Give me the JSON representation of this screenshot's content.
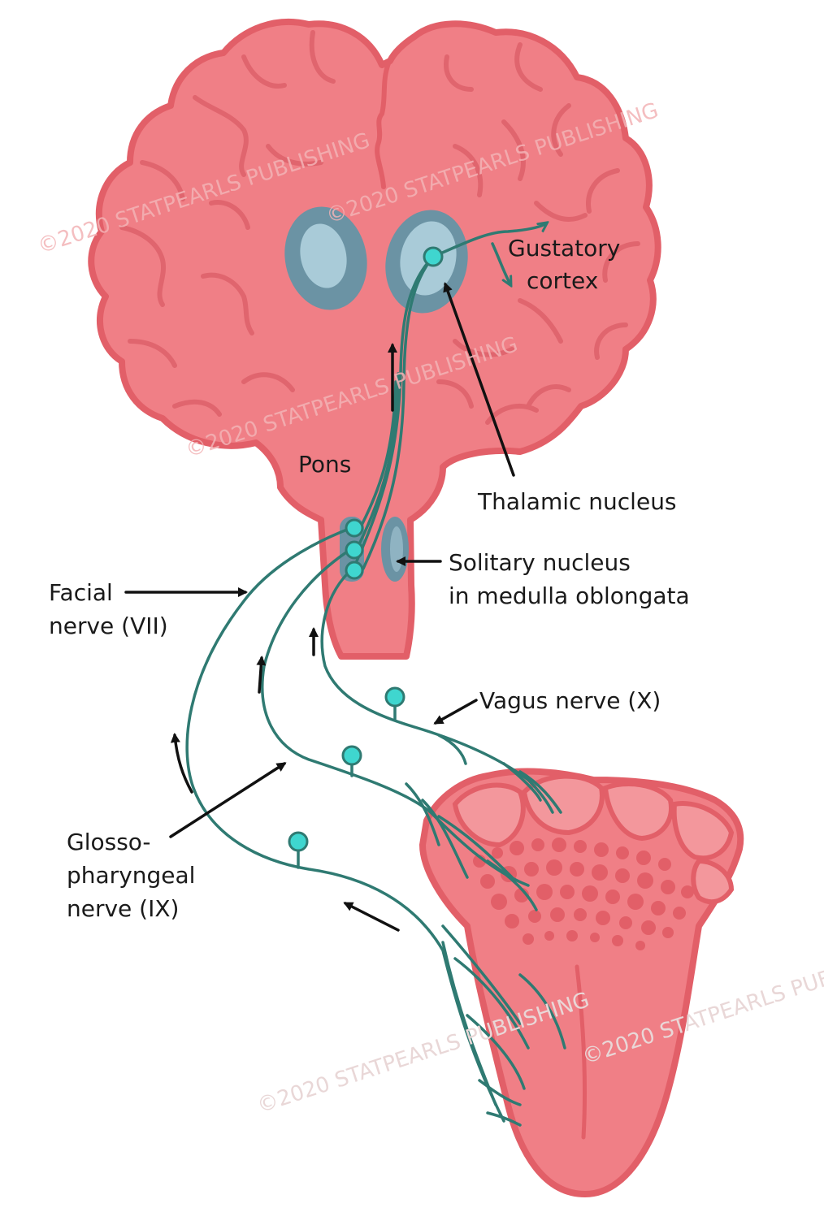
{
  "labels": {
    "gustatory_cortex": [
      "Gustatory",
      "cortex"
    ],
    "pons": "Pons",
    "thalamic_nucleus": "Thalamic nucleus",
    "solitary_nucleus": [
      "Solitary nucleus",
      "in medulla oblongata"
    ],
    "facial_nerve": [
      "Facial",
      "nerve (VII)"
    ],
    "vagus_nerve": "Vagus nerve (X)",
    "glossopharyngeal_nerve": [
      "Glosso-",
      "pharyngeal",
      "nerve (IX)"
    ]
  },
  "watermark": "©2020 STATPEARLS PUBLISHING",
  "colors": {
    "tissue": "#f07f86",
    "tissue_outline": "#e25f68",
    "tissue_fold": "#e0656e",
    "nucleus": "#6b93a4",
    "nucleus_inner": "#a9cbd8",
    "nerve": "#2f7a72",
    "neuron_body": "#3fd6cf",
    "arrow": "#111111"
  }
}
